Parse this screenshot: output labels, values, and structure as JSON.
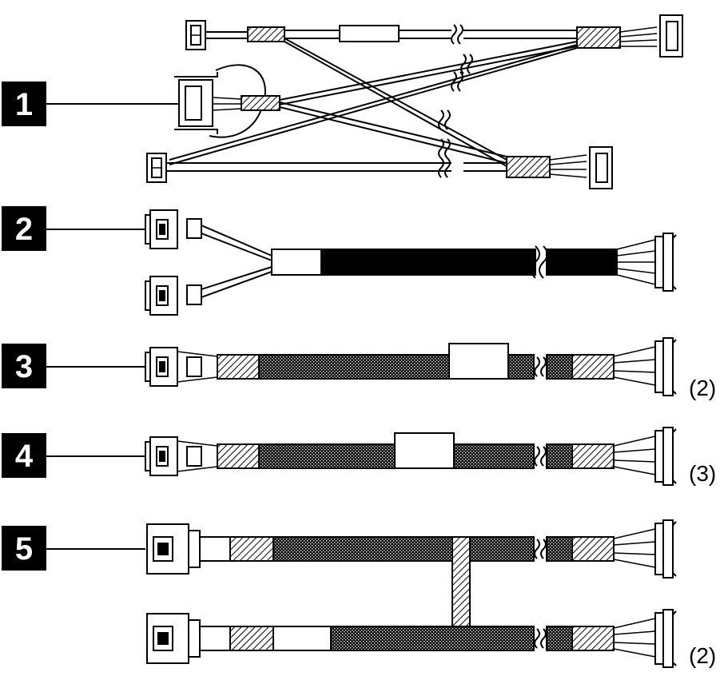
{
  "callouts": [
    {
      "label": "1"
    },
    {
      "label": "2"
    },
    {
      "label": "3",
      "quantity": "(2)"
    },
    {
      "label": "4",
      "quantity": "(3)"
    },
    {
      "label": "5",
      "quantity": "(2)"
    }
  ],
  "colors": {
    "ink": "#000000",
    "paper": "#ffffff"
  },
  "icons": [
    "power-cable-icon",
    "sideband-cable-icon",
    "sas-cable-icon",
    "connector-icon"
  ]
}
